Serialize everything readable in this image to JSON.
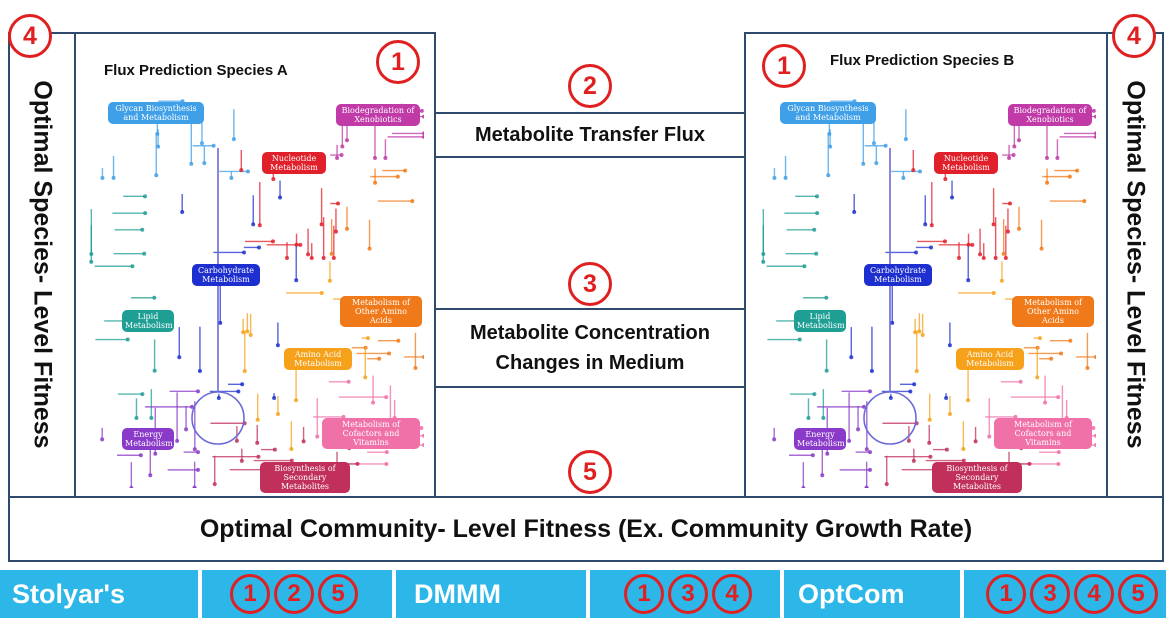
{
  "panels": {
    "species_a_title": "Flux Prediction Species A",
    "species_b_title": "Flux Prediction Species B"
  },
  "metabolic_map_labels": {
    "glycan": "Glycan Biosynthesis and Metabolism",
    "xenobiotics": "Biodegradation of Xenobiotics",
    "nucleotide": "Nucleotide Metabolism",
    "carbohydrate": "Carbohydrate Metabolism",
    "lipid": "Lipid Metabolism",
    "other_amino": "Metabolism of Other Amino Acids",
    "amino": "Amino Acid Metabolism",
    "energy": "Energy Metabolism",
    "cofactors": "Metabolism of Cofactors and Vitamins",
    "secondary": "Biosynthesis of Secondary Metabolites"
  },
  "center_boxes": {
    "transfer_flux": "Metabolite Transfer Flux",
    "concentration_line1": "Metabolite Concentration",
    "concentration_line2": "Changes in Medium"
  },
  "side_labels": {
    "left": "Optimal Species- Level Fitness",
    "right": "Optimal Species- Level Fitness"
  },
  "community_label": "Optimal Community- Level Fitness (Ex. Community Growth Rate)",
  "markers": {
    "one": "1",
    "two": "2",
    "three": "3",
    "four": "4",
    "five": "5"
  },
  "method_bar": {
    "stolyar": "Stolyar's",
    "dmmm": "DMMM",
    "optcom": "OptCom",
    "stolyar_markers": [
      "1",
      "2",
      "5"
    ],
    "dmmm_markers": [
      "1",
      "3",
      "4"
    ],
    "optcom_markers": [
      "1",
      "3",
      "4",
      "5"
    ]
  },
  "colors": {
    "marker_red": "#e02020",
    "bar_blue": "#2db6e8",
    "box_border": "#2f4a6d",
    "glycan": "#3fa0e8",
    "xenobiotics": "#c03aa8",
    "nucleotide": "#e0202a",
    "carbohydrate": "#1e2fd0",
    "lipid": "#1f9e94",
    "other_amino": "#f07a1a",
    "amino": "#f5a21a",
    "energy": "#8a3ac8",
    "cofactors": "#f070a8",
    "secondary": "#c0305a"
  }
}
